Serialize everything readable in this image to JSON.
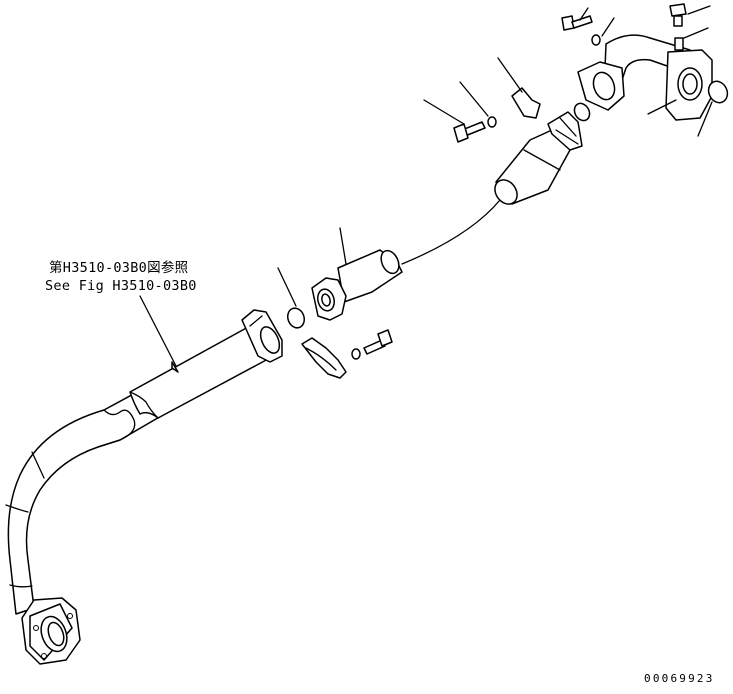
{
  "reference_note": {
    "japanese": "第H3510-03B0図参照",
    "english": "See Fig H3510-03B0"
  },
  "drawing_id": "00069923"
}
